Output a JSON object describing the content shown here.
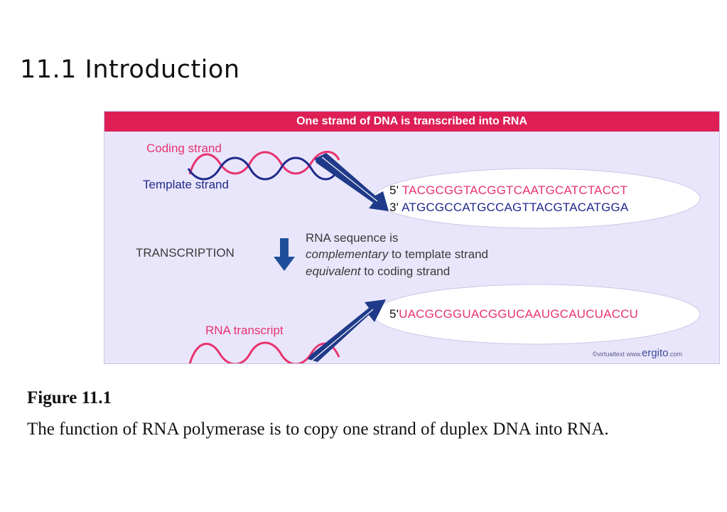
{
  "page": {
    "title": "11.1 Introduction"
  },
  "figure": {
    "header": "One strand of DNA is transcribed into RNA",
    "labels": {
      "coding_strand": "Coding strand",
      "template_strand": "Template strand",
      "transcription": "TRANSCRIPTION",
      "rna_transcript": "RNA transcript"
    },
    "dna_sequences": {
      "coding": {
        "end": "5'",
        "sequence": "TACGCGGTACGGTCAATGCATCTACCT"
      },
      "template": {
        "end": "3'",
        "sequence": "ATGCGCCATGCCAGTTACGTACATGGA"
      }
    },
    "rna_sequence": {
      "end": "5'",
      "sequence": "UACGCGGUACGGUCAAUGCAUCUACCU"
    },
    "explanation": {
      "line1": "RNA sequence is",
      "line2_em": "complementary",
      "line2_rest": " to template strand",
      "line3_em": "equivalent",
      "line3_rest": " to coding strand"
    },
    "credit": {
      "prefix": "©virtualtext  www.",
      "brand": "ergito",
      "suffix": ".com"
    },
    "colors": {
      "header": "#dd1f55",
      "background": "#e9e6fb",
      "coding_strand": "#e8336e",
      "template_strand": "#1f2a8c",
      "arrow": "#1f3a88"
    }
  },
  "caption": {
    "title": "Figure 11.1",
    "text": "The function of RNA polymerase is to copy one strand of duplex DNA into RNA."
  }
}
